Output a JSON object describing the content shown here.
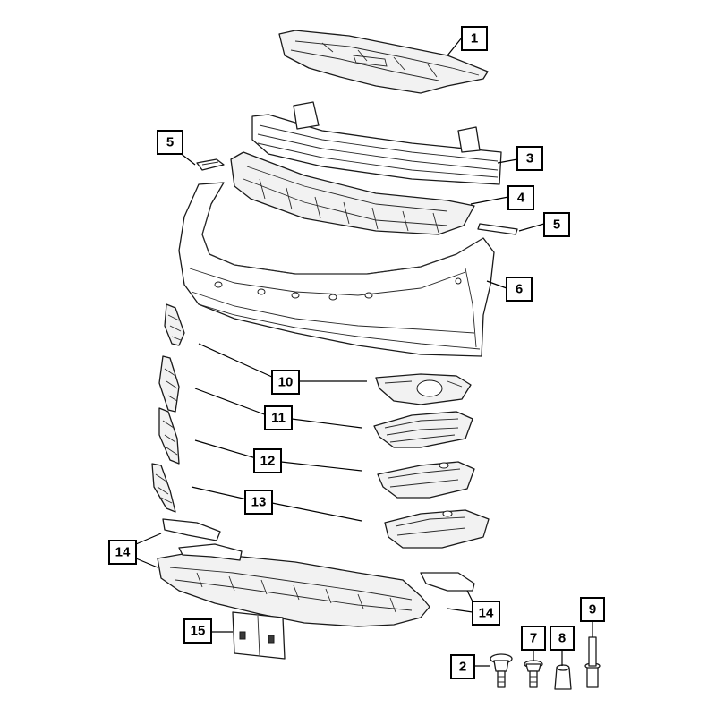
{
  "callouts": [
    {
      "id": "c1",
      "label": "1"
    },
    {
      "id": "c2",
      "label": "2"
    },
    {
      "id": "c3",
      "label": "3"
    },
    {
      "id": "c4",
      "label": "4"
    },
    {
      "id": "c5a",
      "label": "5"
    },
    {
      "id": "c5b",
      "label": "5"
    },
    {
      "id": "c6",
      "label": "6"
    },
    {
      "id": "c7",
      "label": "7"
    },
    {
      "id": "c8",
      "label": "8"
    },
    {
      "id": "c9",
      "label": "9"
    },
    {
      "id": "c10",
      "label": "10"
    },
    {
      "id": "c11",
      "label": "11"
    },
    {
      "id": "c12",
      "label": "12"
    },
    {
      "id": "c13",
      "label": "13"
    },
    {
      "id": "c14a",
      "label": "14"
    },
    {
      "id": "c14b",
      "label": "14"
    },
    {
      "id": "c15",
      "label": "15"
    }
  ]
}
